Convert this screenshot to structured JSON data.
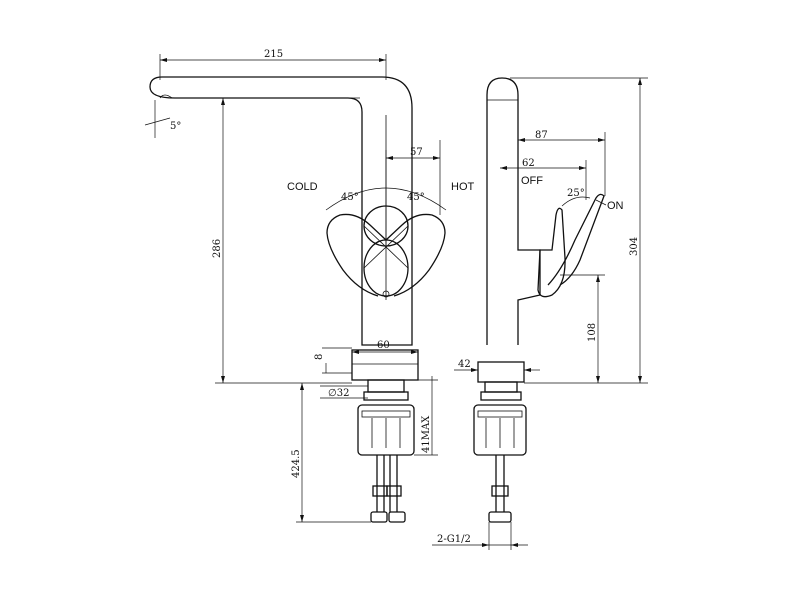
{
  "labels": {
    "cold": "COLD",
    "hot": "HOT",
    "off": "OFF",
    "on": "ON"
  },
  "dimensions": {
    "spout_reach": "215",
    "spout_tilt": "5°",
    "height_under_spout": "286",
    "lever_offset": "57",
    "left_angle": "45°",
    "right_angle": "45°",
    "base_diameter": "60",
    "base_height": "8",
    "shank_diameter": "∅32",
    "hose_length": "424.5",
    "shank_max": "41MAX",
    "side_depth": "87",
    "off_depth": "62",
    "lever_angle": "25°",
    "total_height": "304",
    "lever_height": "108",
    "side_base": "42",
    "thread": "2-G1/2"
  }
}
